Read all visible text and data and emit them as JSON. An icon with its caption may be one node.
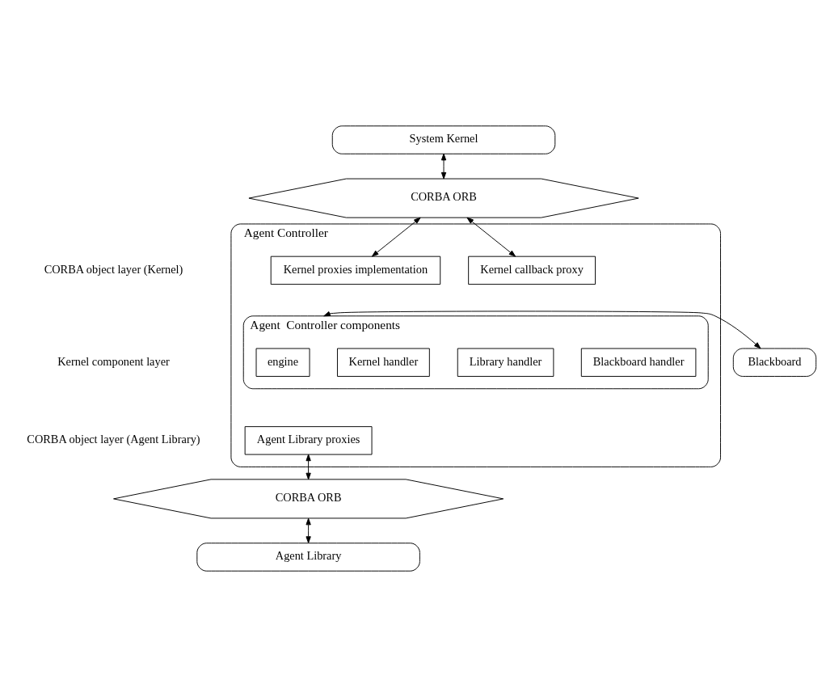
{
  "diagram": {
    "nodes": [
      {
        "text": [
          "System Kernel"
        ]
      },
      {
        "text": [
          "CORBA ORB"
        ]
      },
      {
        "text": [
          "Agent Controller"
        ]
      },
      {
        "text": [
          "Kernel proxies implementation"
        ],
        "in": 2
      },
      {
        "text": [
          "Kernel callback proxy"
        ],
        "in": 2
      },
      {
        "text": [
          "Agent  Controller components"
        ],
        "in": 2
      },
      {
        "text": [
          "engine"
        ],
        "in": 5
      },
      {
        "text": [
          "Kernel handler"
        ],
        "in": 5
      },
      {
        "text": [
          "Library handler"
        ],
        "in": 5
      },
      {
        "text": [
          "Blackboard handler"
        ],
        "in": 5
      },
      {
        "text": [
          "Agent Library proxies"
        ],
        "in": 2
      },
      {
        "text": [
          "CORBA ORB"
        ]
      },
      {
        "text": [
          "Agent Library"
        ]
      },
      {
        "text": [
          "Blackboard"
        ]
      }
    ],
    "edges": [
      {
        "from": 0,
        "to": 1,
        "arrow": "both"
      },
      {
        "from": 1,
        "to": 3,
        "arrow": "both"
      },
      {
        "from": 1,
        "to": 4,
        "arrow": "both"
      },
      {
        "from": 5,
        "to": 13,
        "arrow": "both"
      },
      {
        "from": 10,
        "to": 11,
        "arrow": "both"
      },
      {
        "from": 11,
        "to": 12,
        "arrow": "both"
      }
    ],
    "labels": [
      "CORBA object layer (Kernel)",
      "Kernel component layer",
      "CORBA object layer (Agent Library)"
    ]
  }
}
